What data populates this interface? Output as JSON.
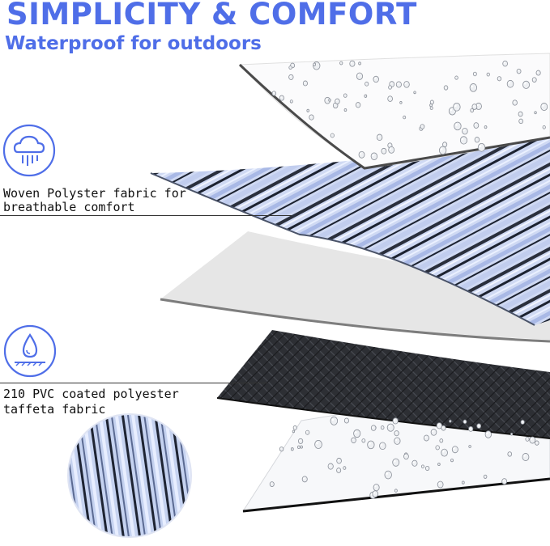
{
  "headline": {
    "title": "SIMPLICITY & COMFORT",
    "subtitle": "Waterproof  for outdoors"
  },
  "features": [
    {
      "icon": "cloud-breeze-icon",
      "line1": "Woven Polyster fabric for",
      "line2": "breathable comfort"
    },
    {
      "icon": "water-drop-icon",
      "line1": "210 PVC coated polyester",
      "line2": "taffeta fabric"
    }
  ],
  "colors": {
    "accent": "#4f6ee8",
    "fabric_light": "#cdd7f2",
    "fabric_stripe": "#1e2230",
    "layer_grey": "#e4e4e4",
    "backing_dark": "#2a2c31"
  },
  "layers": [
    "top-waterproof-film",
    "woven-striped-polyester",
    "grey-foam-layer",
    "black-quilted-backing",
    "bottom-waterproof-film"
  ]
}
